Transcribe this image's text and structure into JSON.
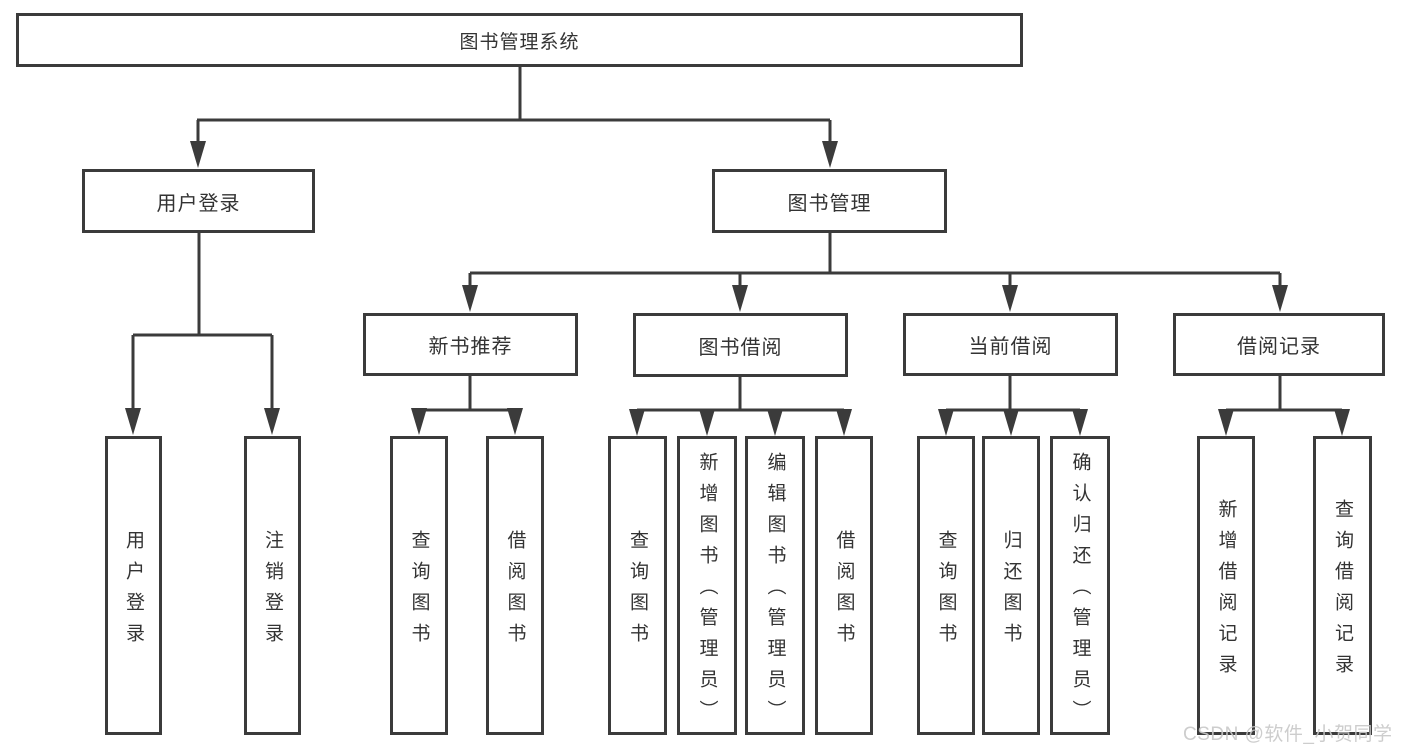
{
  "diagram": {
    "root": "图书管理系统",
    "level2": [
      "用户登录",
      "图书管理"
    ],
    "level3": [
      "新书推荐",
      "图书借阅",
      "当前借阅",
      "借阅记录"
    ],
    "leaves": [
      "用户登录",
      "注销登录",
      "查询图书",
      "借阅图书",
      "查询图书",
      "新增图书（管理员）",
      "编辑图书（管理员）",
      "借阅图书",
      "查询图书",
      "归还图书",
      "确认归还（管理员）",
      "新增借阅记录",
      "查询借阅记录"
    ],
    "watermark": "CSDN @软件_小贺同学",
    "colors": {
      "line": "#3b3b3b",
      "text": "#333333",
      "watermark": "#c8c8c8",
      "background": "#ffffff"
    }
  }
}
